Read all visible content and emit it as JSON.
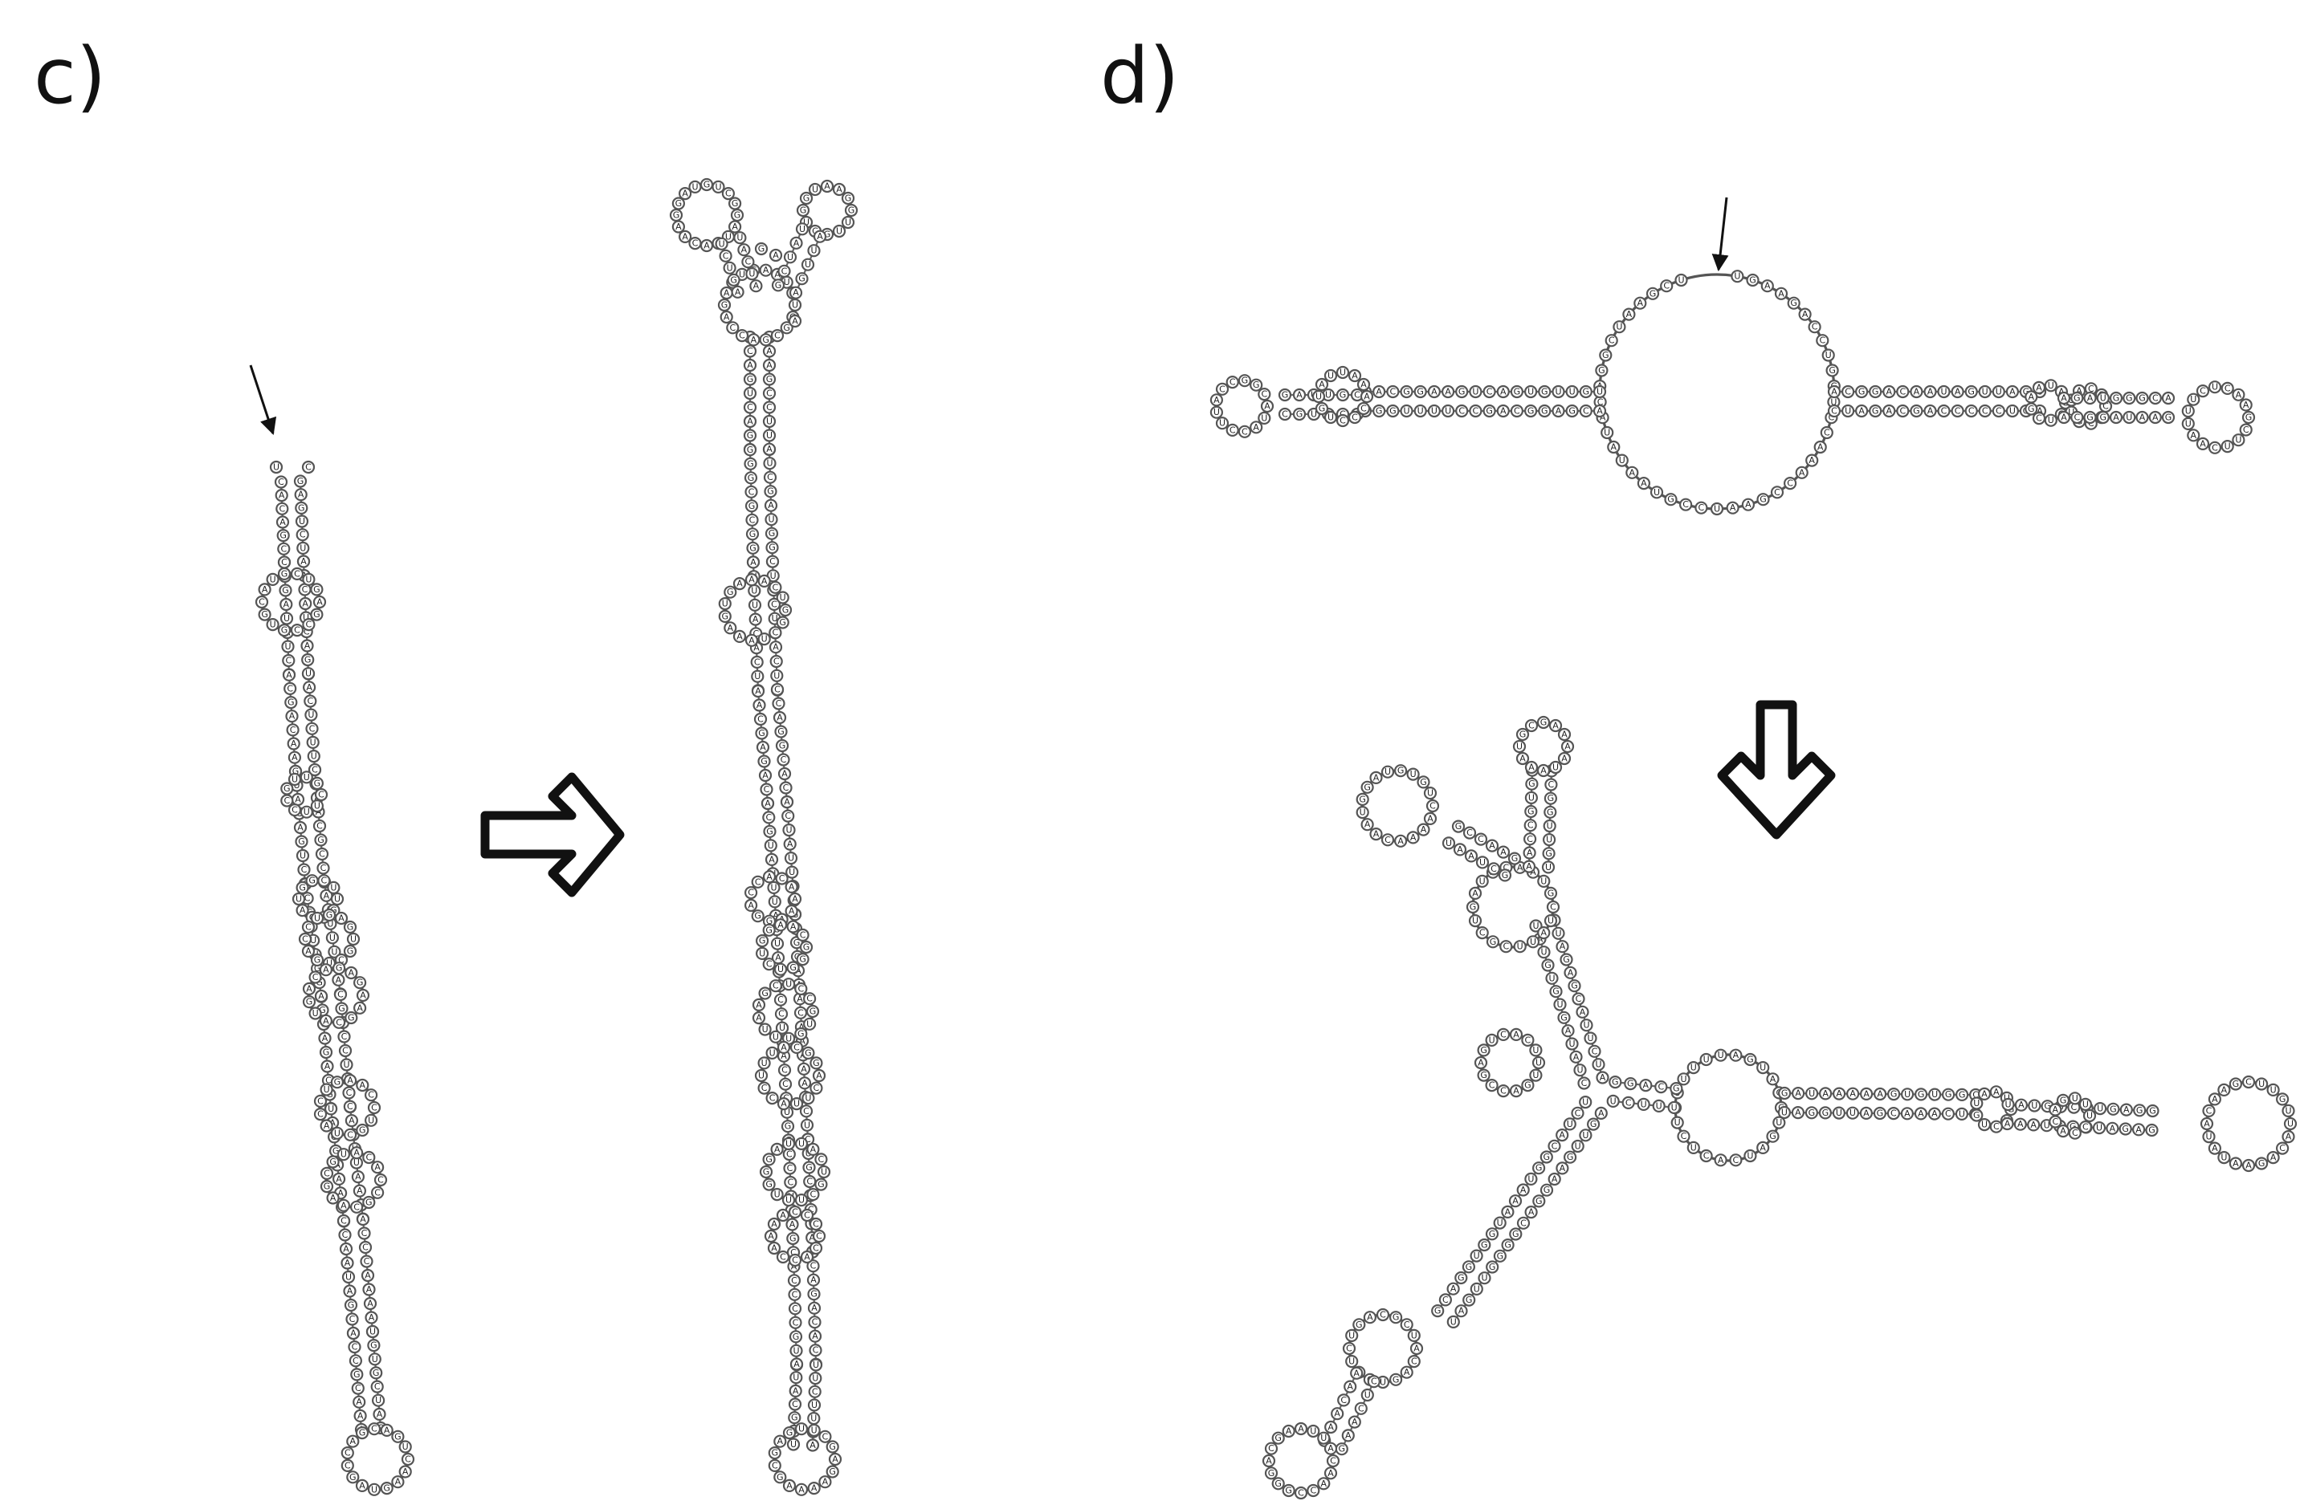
{
  "panels": {
    "c": {
      "label": "c)"
    },
    "d": {
      "label": "d)"
    }
  },
  "nucleotide_letters": [
    "A",
    "C",
    "G",
    "U"
  ],
  "colors": {
    "ink": "#111111",
    "outline": "#555555",
    "background": "#ffffff"
  },
  "transitions": {
    "c": "right-arrow",
    "d": "down-arrow"
  }
}
